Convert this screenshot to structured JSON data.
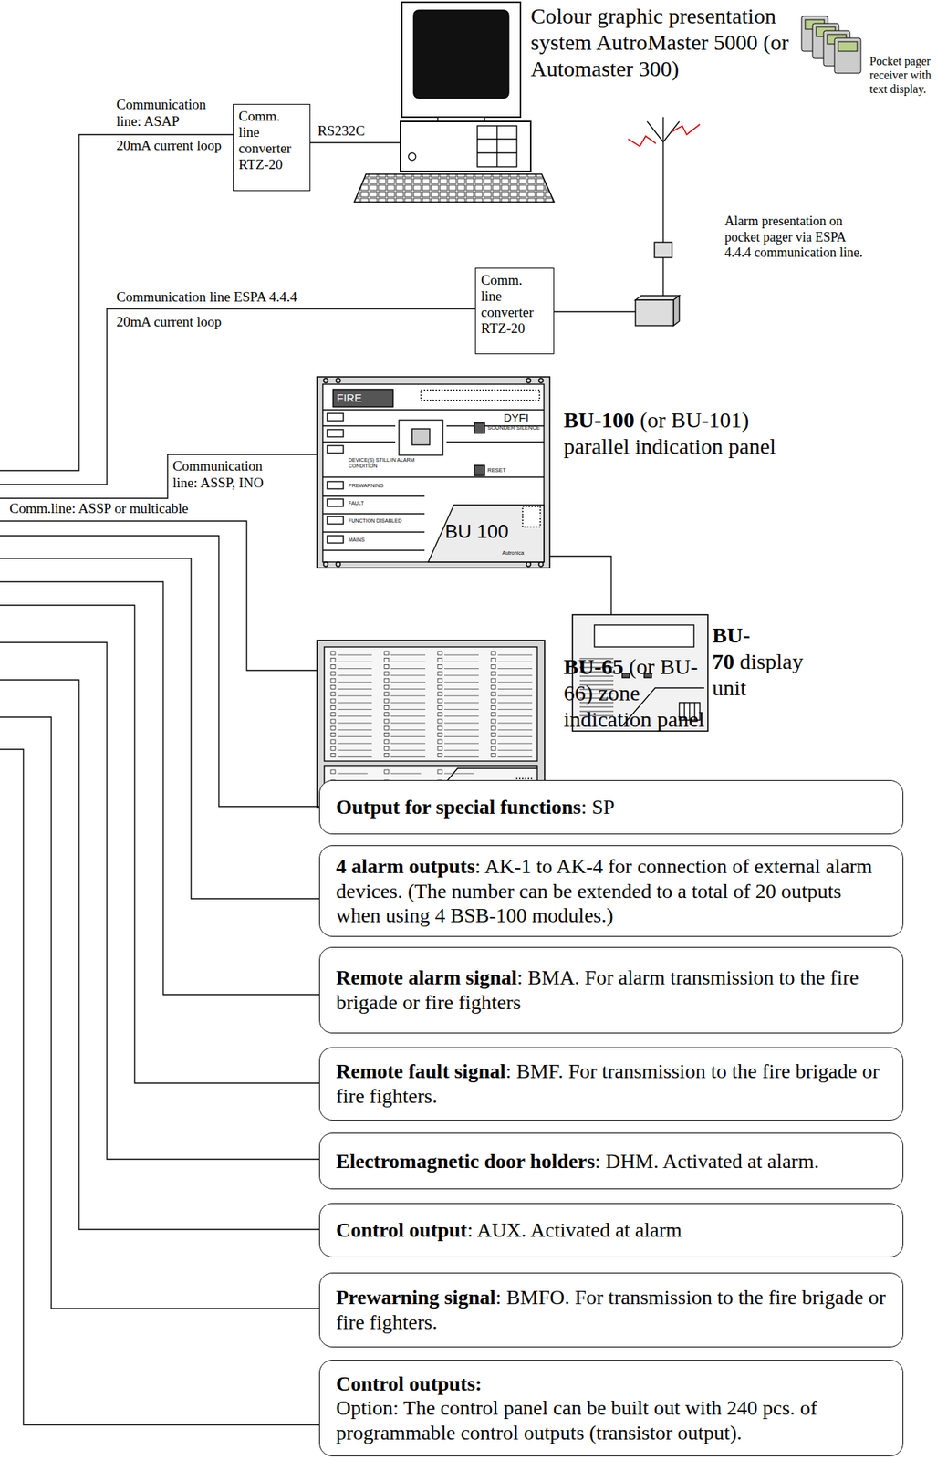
{
  "diagram": {
    "nodes": [
      {
        "text": [
          "Comm. line converter RTZ-20"
        ]
      },
      {
        "text": [
          "Comm. line converter RTZ-20"
        ]
      },
      {
        "text": [
          "Output for special functions",
          ": SP"
        ]
      },
      {
        "text": [
          "4 alarm outputs",
          ": AK-1 to AK-4 for connection of external alarm devices. (The number can be extended to a total of 20 outputs when using 4 BSB-100 modules.)"
        ]
      },
      {
        "text": [
          "Remote alarm signal",
          ": BMA. For alarm transmission to the fire brigade or fire fighters"
        ]
      },
      {
        "text": [
          "Remote fault signal",
          ": BMF. For transmission to the fire brigade or fire fighters."
        ]
      },
      {
        "text": [
          "Electromagnetic door holders",
          ": DHM. Activated at alarm."
        ]
      },
      {
        "text": [
          "Control output",
          ": AUX. Activated at alarm"
        ]
      },
      {
        "text": [
          "Prewarning signal",
          ": BMFO. For transmission to the fire brigade or fire fighters."
        ]
      },
      {
        "text": [
          "Control outputs:",
          "Option: The control panel can be built out with 240 pcs. of programmable control outputs (transistor output)."
        ]
      }
    ],
    "labels": [
      "Colour graphic presentation system AutroMaster 5000 (or Automaster 300)",
      "Communication line: ASAP",
      "20mA current loop",
      "RS232C",
      "Pocket pager receiver with text display.",
      "Alarm presentation on pocket pager via ESPA 4.4.4 communication line.",
      "Communication line ESPA 4.4.4",
      "20mA current loop",
      "FIRE",
      "DYFI",
      "SOUNDER SILENCE",
      "RESET",
      "DEVICE(S) STILL IN ALARM CONDITION",
      "PREWARNING",
      "FAULT",
      "FUNCTION DISABLED",
      "MAINS",
      "BU 100",
      "Autronica",
      "BU-100",
      "(or BU-101) parallel indication panel",
      "Communication line: ASSP, INO",
      "BU-70",
      "display unit",
      "Comm.line: ASSP or multicable",
      "BU-65",
      "(or BU-66) zone indication panel"
    ]
  }
}
